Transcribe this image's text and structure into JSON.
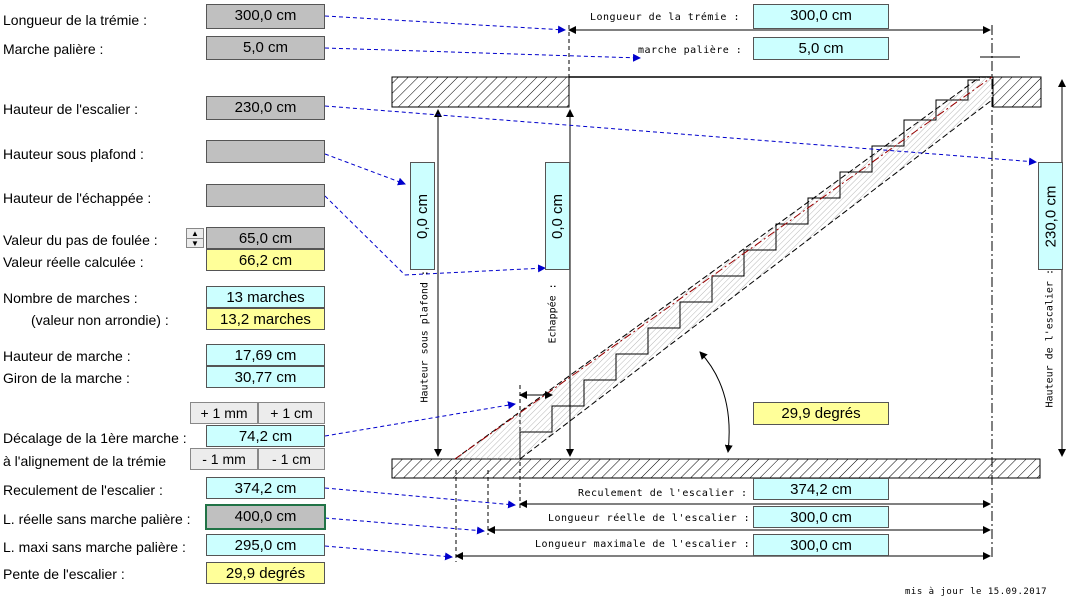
{
  "labels": {
    "longueur_tremie": "Longueur de la trémie :",
    "marche_paliere": "Marche palière :",
    "hauteur_escalier": "Hauteur de l'escalier :",
    "hauteur_plafond": "Hauteur sous plafond :",
    "hauteur_echappee": "Hauteur de l'échappée :",
    "valeur_pas": "Valeur du pas de foulée :",
    "valeur_reelle": "Valeur réelle calculée :",
    "nombre_marches": "Nombre de marches :",
    "non_arrondie": "(valeur non arrondie) :",
    "hauteur_marche": "Hauteur de marche :",
    "giron": "Giron de la marche :",
    "decalage_1": "Décalage de la 1ère marche :",
    "decalage_2": "à l'alignement de la trémie",
    "reculement": "Reculement de l'escalier :",
    "l_reelle": "L. réelle sans marche palière :",
    "l_maxi": "L. maxi sans marche palière :",
    "pente": "Pente de l'escalier :"
  },
  "values": {
    "longueur_tremie": "300,0 cm",
    "marche_paliere": "5,0 cm",
    "hauteur_escalier": "230,0 cm",
    "hauteur_plafond": "",
    "hauteur_echappee": "",
    "valeur_pas": "65,0 cm",
    "valeur_reelle": "66,2 cm",
    "nombre_marches": "13 marches",
    "non_arrondie": "13,2 marches",
    "hauteur_marche": "17,69 cm",
    "giron": "30,77 cm",
    "decalage": "74,2 cm",
    "reculement": "374,2 cm",
    "l_reelle": "400,0 cm",
    "l_maxi": "295,0 cm",
    "pente": "29,9 degrés"
  },
  "buttons": {
    "plus_1mm": "+ 1 mm",
    "plus_1cm": "+ 1 cm",
    "minus_1mm": "- 1 mm",
    "minus_1cm": "- 1 cm"
  },
  "diagram": {
    "top_longueur_label": "Longueur de la trémie :",
    "top_longueur_value": "300,0 cm",
    "top_marche_label": "marche palière :",
    "top_marche_value": "5,0 cm",
    "hauteur_plafond_value": "0,0 cm",
    "hauteur_plafond_label": "Hauteur sous plafond :",
    "echappee_value": "0,0 cm",
    "echappee_label": "Echappée :",
    "hauteur_escalier_value": "230,0 cm",
    "hauteur_escalier_label": "Hauteur de l'escalier :",
    "angle_value": "29,9 degrés",
    "reculement_label": "Reculement de l'escalier :",
    "reculement_value": "374,2 cm",
    "longueur_reelle_label": "Longueur réelle de l'escalier :",
    "longueur_reelle_value": "300,0 cm",
    "longueur_maxi_label": "Longueur maximale de l'escalier :",
    "longueur_maxi_value": "300,0 cm",
    "footer": "mis à jour le 15.09.2017"
  },
  "colors": {
    "input_gray": "#c0c0c0",
    "result_cyan": "#ccffff",
    "result_yellow": "#ffff99",
    "arrow_blue": "#0000cc",
    "slope_red": "#990000"
  }
}
